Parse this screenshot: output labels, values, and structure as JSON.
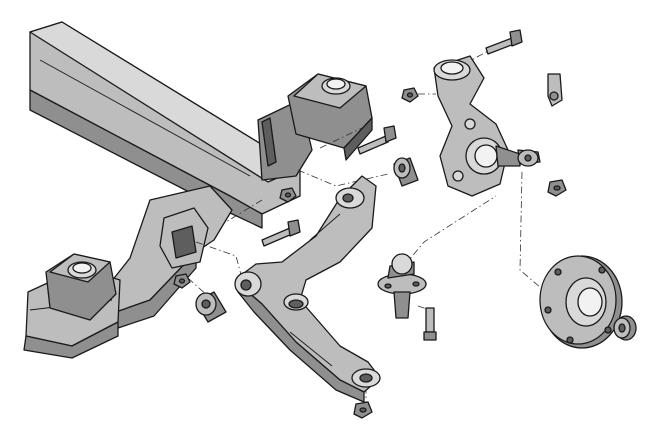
{
  "diagram": {
    "type": "exploded-assembly",
    "colors": {
      "ink": "#1a1a1a",
      "shade_dark": "#5e5e5e",
      "shade_mid": "#8f8f8f",
      "shade_light": "#bdbdbd",
      "background": "#ffffff"
    },
    "parts": [
      "subframe",
      "subframe-mount-front",
      "subframe-mount-rear",
      "lower-control-arm",
      "front-bushing",
      "rear-bushing",
      "ball-joint",
      "steering-knuckle",
      "wheel-hub",
      "hub-nut",
      "tie-rod-end",
      "bracket-pin"
    ],
    "fasteners": [
      "bolt-knuckle-top",
      "bolt-subframe",
      "bolt-arm-front",
      "bolt-ball-joint",
      "nut-knuckle",
      "nut-subframe-1",
      "nut-subframe-2",
      "nut-tie-rod",
      "nut-arm-rear"
    ]
  }
}
